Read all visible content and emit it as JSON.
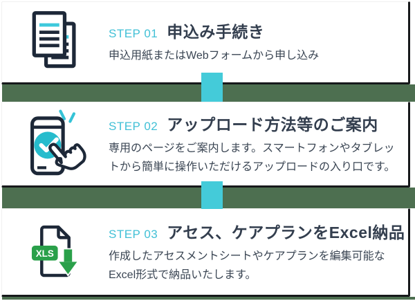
{
  "colors": {
    "accent_cyan": "#44CBD9",
    "label_cyan": "#41C0D6",
    "title_navy": "#333E4E",
    "body_text": "#3A4553",
    "band_green": "#4D6F50",
    "card_shadow": "#17191B",
    "icon_navy": "#1D2838",
    "xls_green": "#2AA04A",
    "check_circle_cyan": "#26BCCD"
  },
  "steps": [
    {
      "label": "STEP 01",
      "title": "申込み手続き",
      "body": "申込用紙またはWebフォームから申し込み",
      "icon": "documents-icon"
    },
    {
      "label": "STEP 02",
      "title": "アップロード方法等のご案内",
      "body": "専用のページをご案内します。スマートフォンやタブレットから簡単に操作いただけるアップロードの入り口です。",
      "icon": "smartphone-tap-icon"
    },
    {
      "label": "STEP 03",
      "title": "アセス、ケアプランをExcel納品",
      "body": "作成したアセスメントシートやケアプランを編集可能なExcel形式で納品いたします。",
      "icon": "xls-file-icon"
    }
  ],
  "icons": {
    "xls_badge_label": "XLS"
  }
}
